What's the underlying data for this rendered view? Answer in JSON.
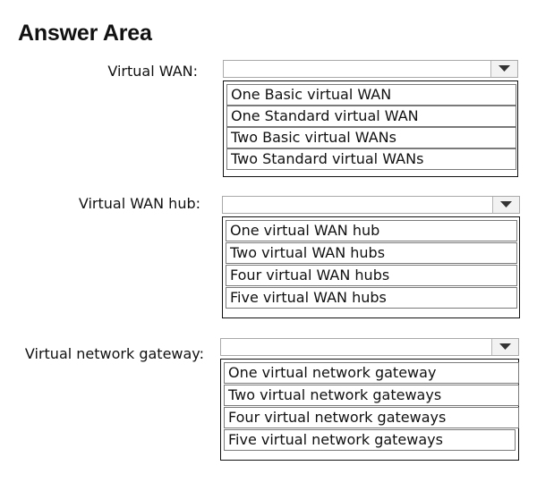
{
  "title": "Answer Area",
  "questions": [
    {
      "label": "Virtual WAN:",
      "selected": "",
      "options": [
        "One Basic virtual WAN",
        "One Standard virtual WAN",
        "Two Basic virtual WANs",
        "Two Standard virtual WANs"
      ]
    },
    {
      "label": "Virtual WAN hub:",
      "selected": "",
      "options": [
        "One virtual WAN hub",
        "Two virtual WAN hubs",
        "Four virtual WAN hubs",
        "Five virtual WAN hubs"
      ]
    },
    {
      "label": "Virtual network gateway:",
      "selected": "",
      "options": [
        "One virtual network gateway",
        "Two virtual network gateways",
        "Four virtual network gateways",
        "Five virtual network gateways"
      ]
    }
  ],
  "icons": {
    "dropdown_arrow": "chevron-down-icon"
  },
  "colors": {
    "text": "#111111",
    "dropdown_border": "#a9a9a9",
    "list_border": "#111111",
    "option_border": "#7a7a7a"
  }
}
